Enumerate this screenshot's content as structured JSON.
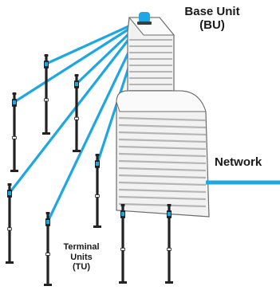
{
  "base_unit": {
    "title_line1": "Base Unit",
    "title_line2": "(BU)"
  },
  "network": {
    "label": "Network"
  },
  "terminal_units": {
    "line1": "Terminal",
    "line2": "Units",
    "line3": "(TU)"
  },
  "colors": {
    "link": "#1ea7e1",
    "building_fill": "#f2f2f2",
    "building_stroke": "#6b6b6b",
    "pole": "#222222",
    "antenna": "#1ea7e1"
  },
  "icons": {
    "base_unit": "radio-antenna-icon",
    "terminal_unit": "pole-icon",
    "building": "building-icon"
  }
}
